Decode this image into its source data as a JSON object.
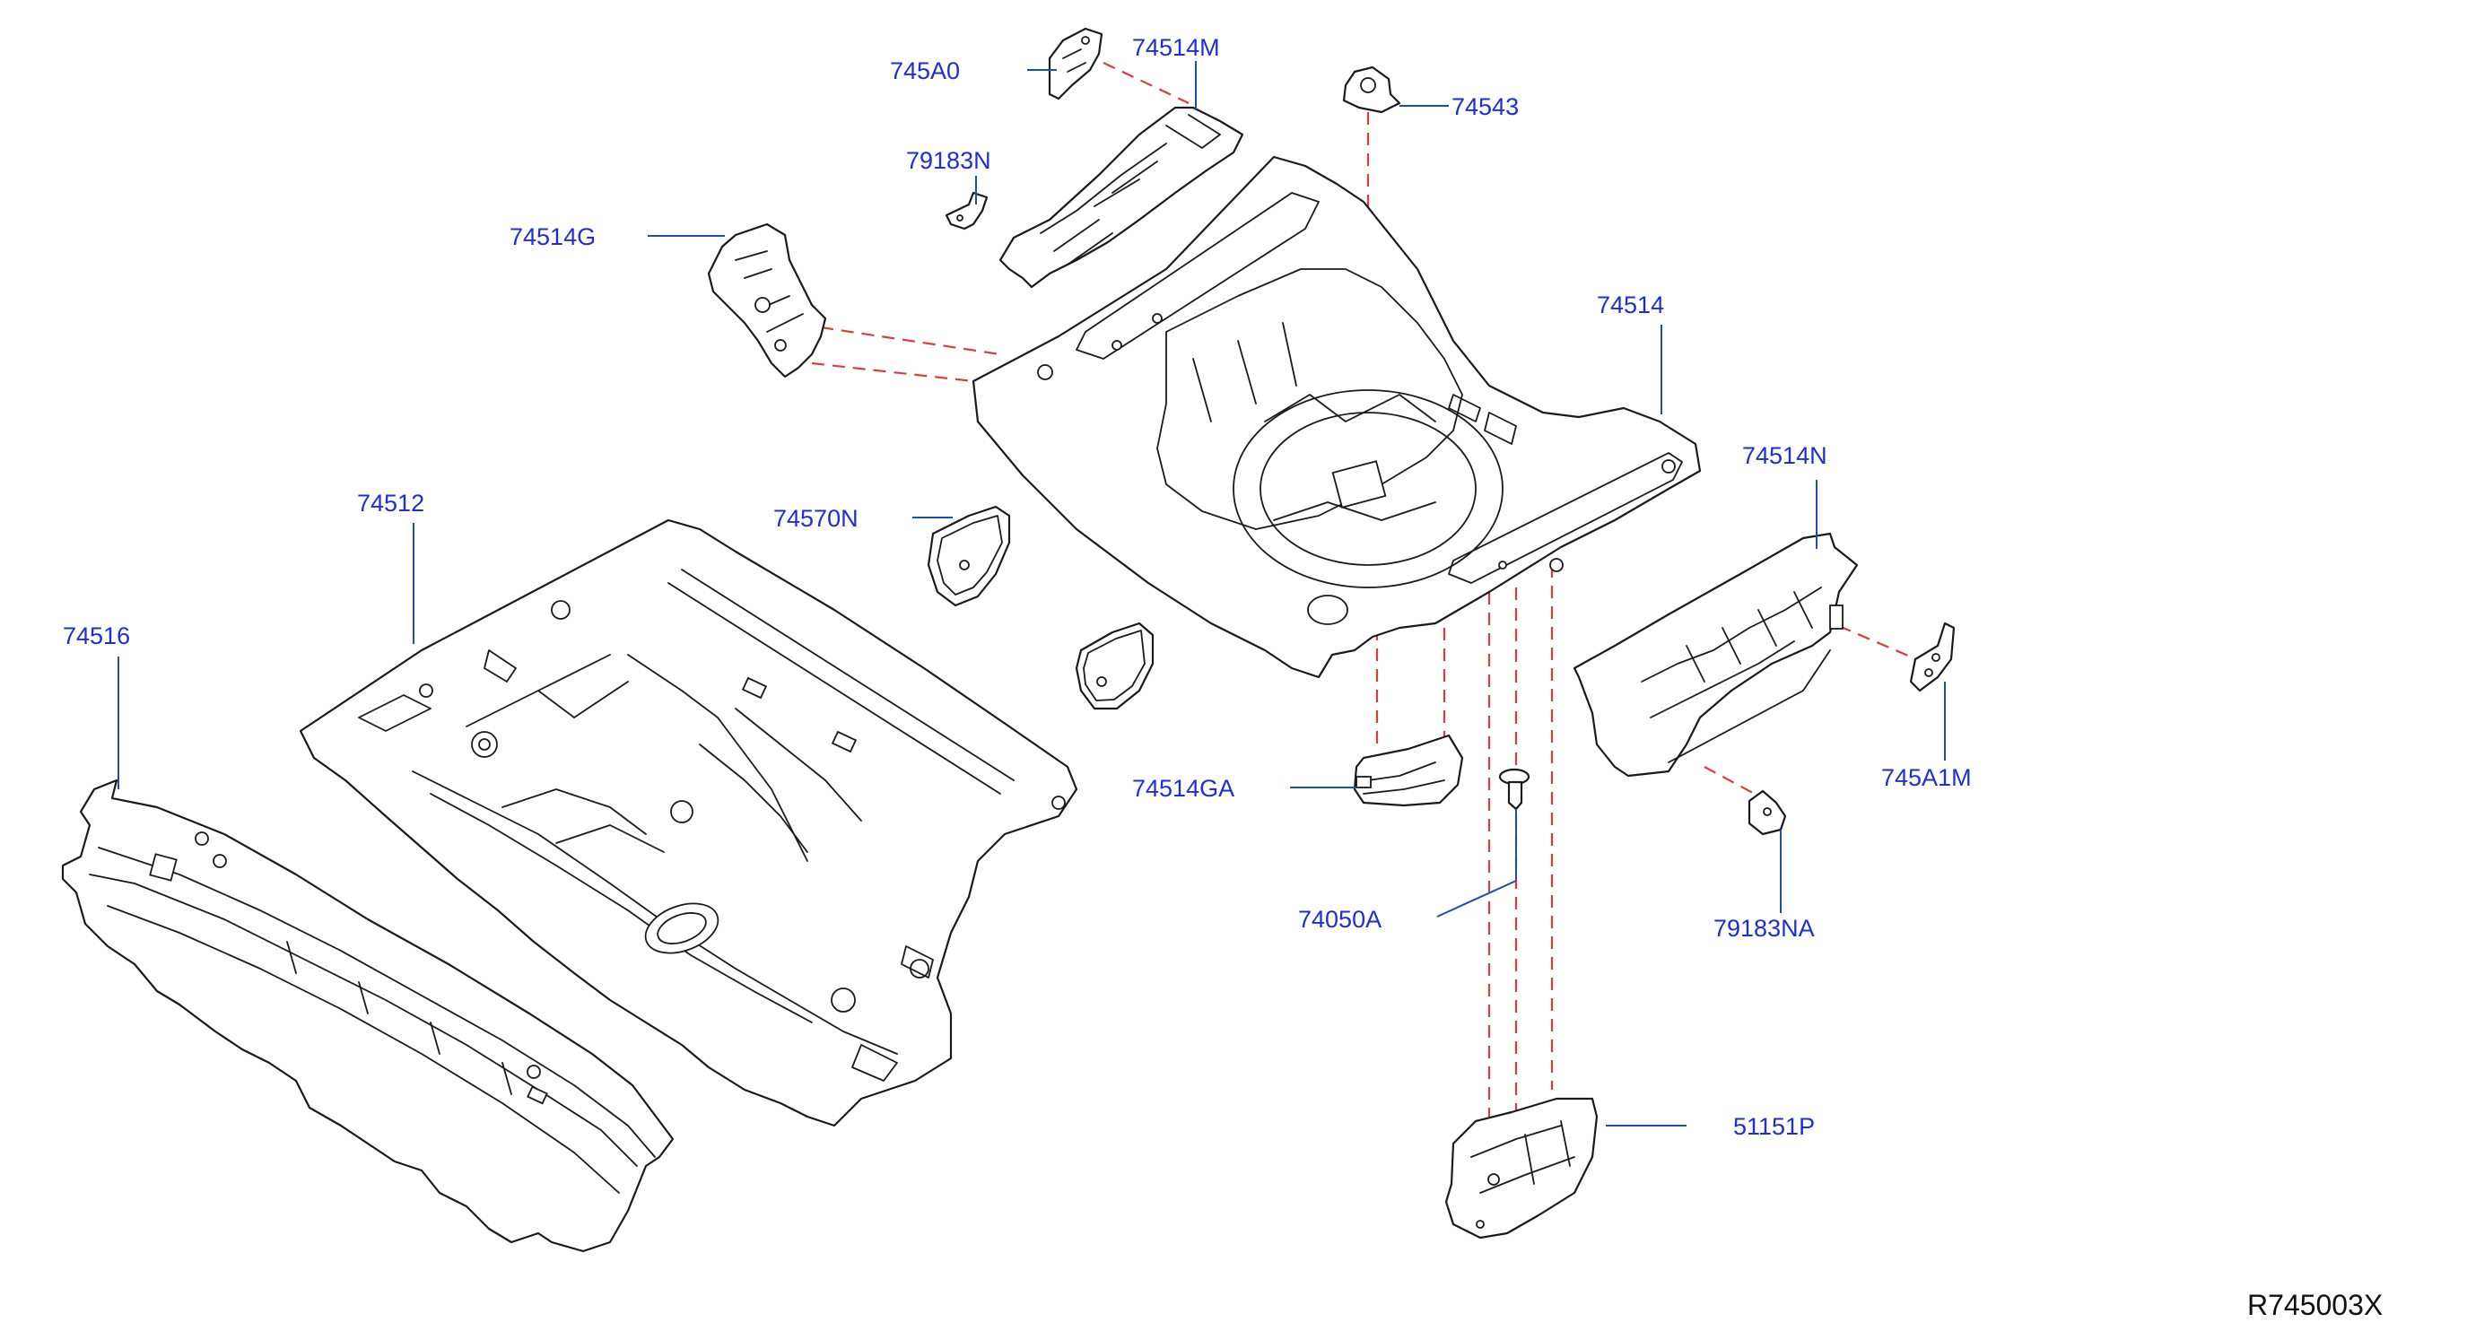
{
  "diagram_ref": "R745003X",
  "colors": {
    "label": "#1c2fd6",
    "leader": "#1f4ea8",
    "dash": "#e03b3b",
    "line": "#1a1a1a"
  },
  "parts": [
    {
      "id": "p745A0",
      "label": "745A0"
    },
    {
      "id": "p74514M",
      "label": "74514M"
    },
    {
      "id": "p74543",
      "label": "74543"
    },
    {
      "id": "p79183N",
      "label": "79183N"
    },
    {
      "id": "p74514G",
      "label": "74514G"
    },
    {
      "id": "p74514",
      "label": "74514"
    },
    {
      "id": "p74512",
      "label": "74512"
    },
    {
      "id": "p74570N",
      "label": "74570N"
    },
    {
      "id": "p74514N",
      "label": "74514N"
    },
    {
      "id": "p74516",
      "label": "74516"
    },
    {
      "id": "p745A1M",
      "label": "745A1M"
    },
    {
      "id": "p74514GA",
      "label": "74514GA"
    },
    {
      "id": "p74050A",
      "label": "74050A"
    },
    {
      "id": "p79183NA",
      "label": "79183NA"
    },
    {
      "id": "p51151P",
      "label": "51151P"
    }
  ]
}
